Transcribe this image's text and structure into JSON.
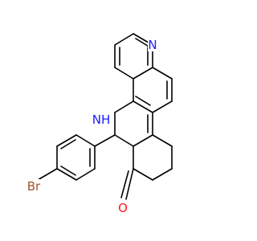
{
  "structure": {
    "atoms": {
      "N_pyridine": {
        "label": "N",
        "color": "#1a1aff"
      },
      "NH_amine": {
        "label": "NH",
        "color": "#1a1aff"
      },
      "O_ketone": {
        "label": "O",
        "color": "#ff1a1a"
      },
      "Br_bromo": {
        "label": "Br",
        "color": "#a0522d"
      }
    }
  }
}
